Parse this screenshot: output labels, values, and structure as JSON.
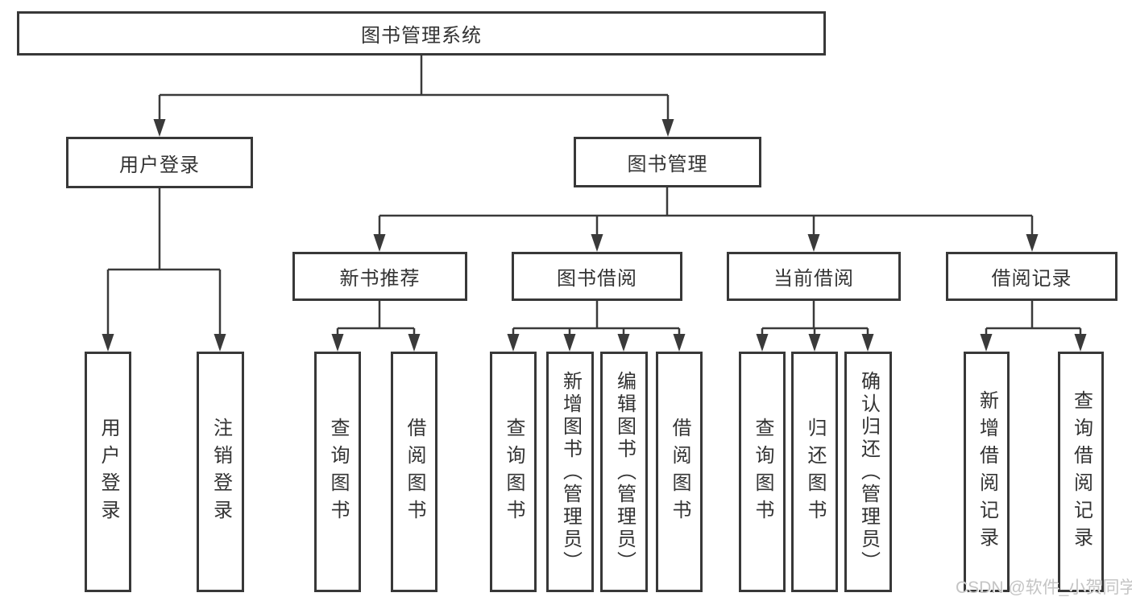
{
  "diagram": {
    "title": "图书管理系统",
    "level2": {
      "user_login": "用户登录",
      "book_management": "图书管理"
    },
    "user_login_children": {
      "login": "用户登录",
      "logout": "注销登录"
    },
    "book_management_children": {
      "new_book_recommend": "新书推荐",
      "book_borrow": "图书借阅",
      "current_borrow": "当前借阅",
      "borrow_records": "借阅记录"
    },
    "new_book_recommend_children": {
      "query_books": "查询图书",
      "borrow_books": "借阅图书"
    },
    "book_borrow_children": {
      "query_books": "查询图书",
      "add_books": "新增图书（管理员）",
      "edit_books": "编辑图书（管理员）",
      "borrow_books": "借阅图书"
    },
    "current_borrow_children": {
      "query_books": "查询图书",
      "return_books": "归还图书",
      "confirm_return": "确认归还（管理员）"
    },
    "borrow_records_children": {
      "add_record": "新增借阅记录",
      "query_record": "查询借阅记录"
    }
  },
  "watermark": "CSDN @软件_小贺同学",
  "colors": {
    "line": "#3a3a3a",
    "text": "#333333",
    "background": "#ffffff",
    "watermark": "#c4c4c4"
  }
}
